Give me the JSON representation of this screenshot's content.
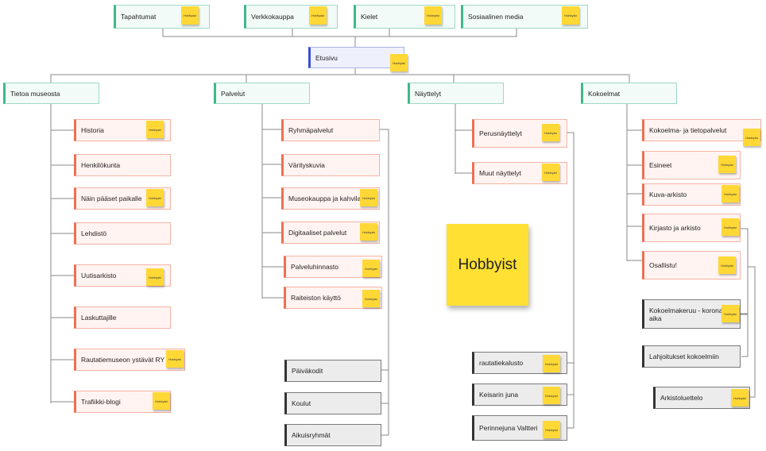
{
  "top_row": [
    {
      "id": "tapahtumat",
      "label": "Tapahtumat",
      "note": "Hobbyist"
    },
    {
      "id": "verkkokauppa",
      "label": "Verkkokauppa",
      "note": "Hobbyist"
    },
    {
      "id": "kielet",
      "label": "Kielet",
      "note": "Hobbyist"
    },
    {
      "id": "sosiaalinen-media",
      "label": "Sosiaalinen media",
      "note": "Hobbyist"
    }
  ],
  "root": {
    "label": "Etusivu",
    "note": "Hobbyist"
  },
  "sections": [
    {
      "id": "tietoa-museosta",
      "label": "Tietoa museosta",
      "children": [
        {
          "label": "Historia",
          "note": "Hobbyist"
        },
        {
          "label": "Henkilökunta"
        },
        {
          "label": "Näin pääset paikalle",
          "note": "Hobbyist"
        },
        {
          "label": "Lehdistö"
        },
        {
          "label": "Uutisarkisto",
          "note": "Hobbyist"
        },
        {
          "label": "Laskuttajille"
        },
        {
          "label": "Rautatiemuseon ystävät RY",
          "note": "Hobbyist"
        },
        {
          "label": "Trafiikki-blogi",
          "note": "Hobbyist"
        }
      ]
    },
    {
      "id": "palvelut",
      "label": "Palvelut",
      "children": [
        {
          "label": "Ryhmäpalvelut"
        },
        {
          "label": "Värityskuvia"
        },
        {
          "label": "Museokauppa ja kahvila",
          "note": "Hobbyist"
        },
        {
          "label": "Digitaaliset palvelut",
          "note": "Hobbyist"
        },
        {
          "label": "Palveluhinnasto",
          "note": "Hobbyist"
        },
        {
          "label": "Raiteiston käyttö",
          "note": "Hobbyist"
        }
      ],
      "sub": [
        {
          "label": "Päiväkodit"
        },
        {
          "label": "Koulut"
        },
        {
          "label": "Aikuisryhmät"
        }
      ]
    },
    {
      "id": "nayttelyt",
      "label": "Näyttelyt",
      "children": [
        {
          "label": "Perusnäyttelyt",
          "note": "Hobbyist"
        },
        {
          "label": "Muut näyttelyt",
          "note": "Hobbyist"
        }
      ],
      "sub": [
        {
          "label": "rautatiekalusto",
          "note": "Hobbyist"
        },
        {
          "label": "Keisarin juna",
          "note": "Hobbyist"
        },
        {
          "label": "Perinnejuna Valtteri",
          "note": "Hobbyist"
        }
      ]
    },
    {
      "id": "kokoelmat",
      "label": "Kokoelmat",
      "children": [
        {
          "label": "Kokoelma- ja tietopalvelut",
          "note": "Hobbyist"
        },
        {
          "label": "Esineet",
          "note": "Hobbyist"
        },
        {
          "label": "Kuva-arkisto",
          "note": "Hobbyist"
        },
        {
          "label": "Kirjasto ja arkisto",
          "note": "Hobbyist"
        },
        {
          "label": "Osallistu!",
          "note": "Hobbyist"
        }
      ],
      "sub": [
        {
          "label": "Kokoelmakeruu - korona aika",
          "note": "Hobbyist"
        },
        {
          "label": "Lahjoitukset kokoelmiin"
        },
        {
          "label": "Arkistoluettelo",
          "note": "Hobbyist"
        }
      ]
    }
  ],
  "big_note": "Hobbyist",
  "colors": {
    "line": "#8a8a8a",
    "green": "#3fb88a",
    "blue": "#3d4fcf",
    "red": "#ef6f52",
    "gray": "#333333",
    "note": "#ffd836"
  }
}
